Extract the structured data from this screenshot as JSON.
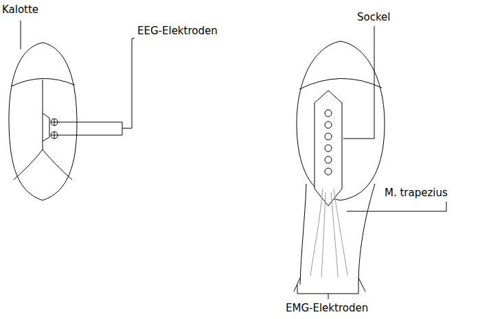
{
  "diagram": {
    "labels": [
      "Kalotte",
      "EEG-Elektroden",
      "Sockel",
      "M. trapezius",
      "EMG-Elektroden"
    ]
  }
}
